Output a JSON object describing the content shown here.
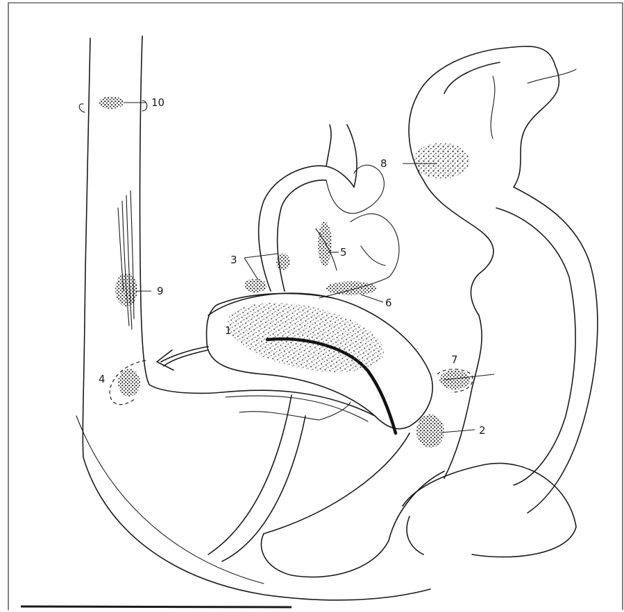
{
  "figure": {
    "labels": [
      {
        "id": "lesion-1",
        "text": "1"
      },
      {
        "id": "lesion-2",
        "text": "2"
      },
      {
        "id": "lesion-3",
        "text": "3"
      },
      {
        "id": "lesion-4",
        "text": "4"
      },
      {
        "id": "lesion-5",
        "text": "5"
      },
      {
        "id": "lesion-6",
        "text": "6"
      },
      {
        "id": "lesion-7",
        "text": "7"
      },
      {
        "id": "lesion-8-colon",
        "text": "8"
      },
      {
        "id": "lesion-9",
        "text": "9"
      },
      {
        "id": "lesion-10",
        "text": "10"
      }
    ]
  }
}
